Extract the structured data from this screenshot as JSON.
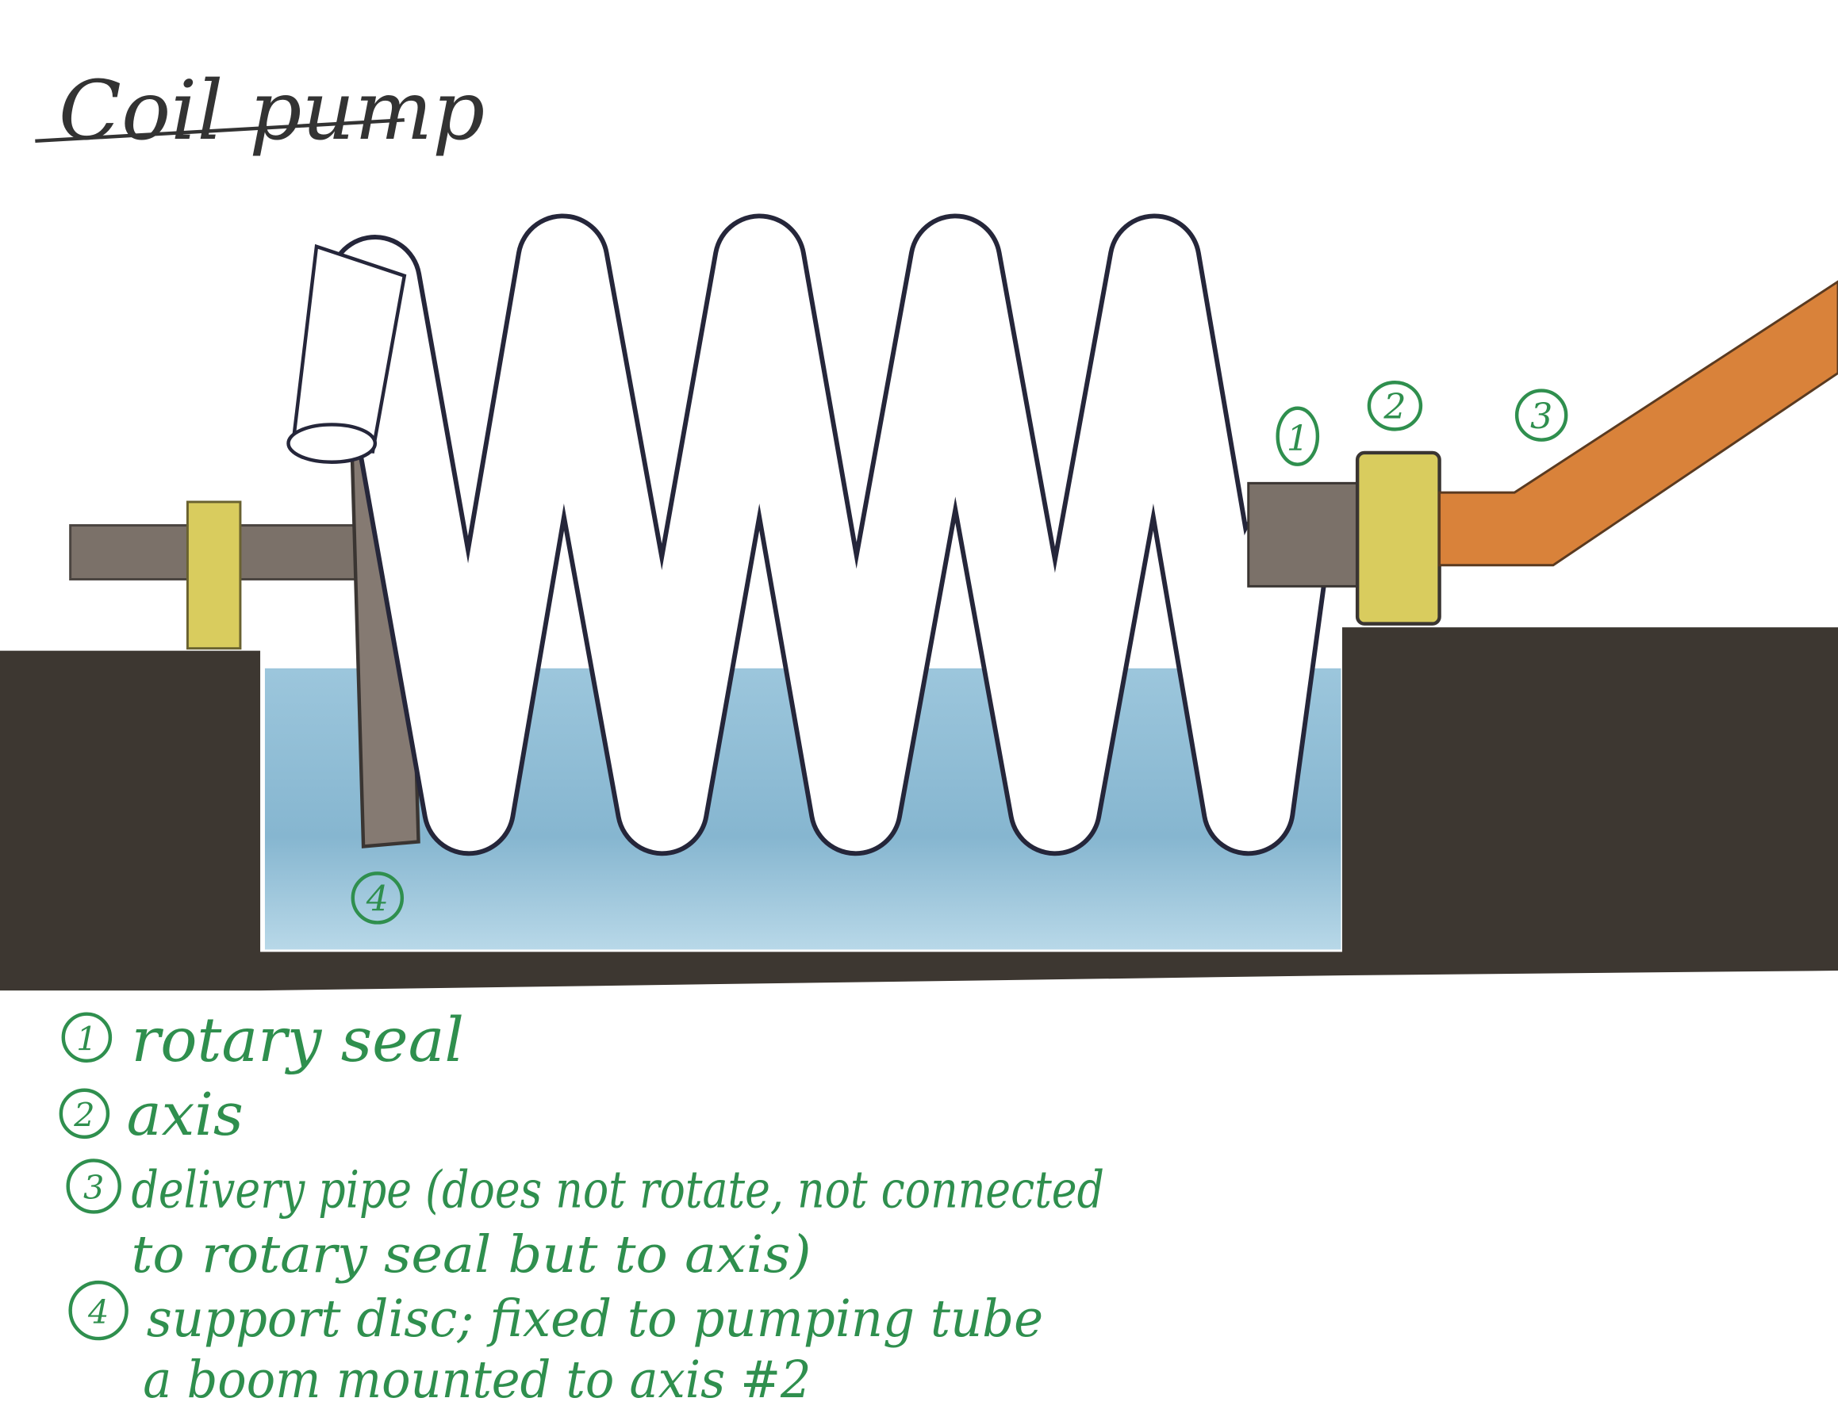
{
  "title": "Coil pump",
  "callouts": [
    "1",
    "2",
    "3",
    "4"
  ],
  "legend": [
    {
      "number": "1",
      "lines": [
        "rotary seal"
      ]
    },
    {
      "number": "2",
      "lines": [
        "axis"
      ]
    },
    {
      "number": "3",
      "lines": [
        "delivery pipe (does not rotate, not connected",
        "to rotary seal but to axis)"
      ]
    },
    {
      "number": "4",
      "lines": [
        "support disc; fixed to pumping tube",
        "a boom mounted to axis #2"
      ]
    }
  ],
  "colors": {
    "ground": "#3d3731",
    "water": "#a9cde0",
    "axis": "#7b7169",
    "bearing": "#d9cc5e",
    "delivery_pipe": "#d9823a",
    "ink_green": "#2f8f4e"
  }
}
